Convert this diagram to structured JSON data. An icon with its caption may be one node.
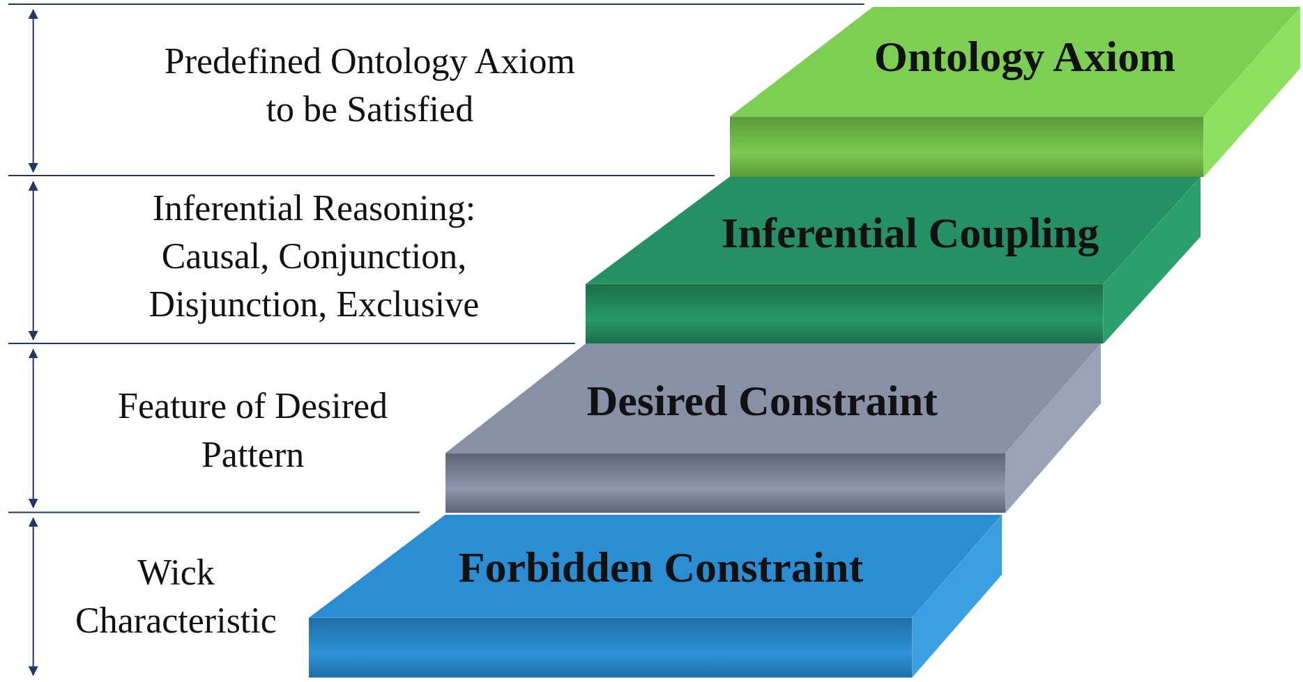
{
  "diagram": {
    "nodes": [
      {
        "text": [
          "Ontology Axiom"
        ]
      },
      {
        "text": [
          "Inferential Coupling"
        ]
      },
      {
        "text": [
          "Desired Constraint"
        ]
      },
      {
        "text": [
          "Forbidden Constraint"
        ]
      }
    ],
    "labels": [
      "Predefined Ontology Axiom to be Satisfied",
      "Inferential Reasoning: Causal, Conjunction, Disjunction, Exclusive",
      "Feature of Desired Pattern",
      "Wick Characteristic"
    ]
  }
}
